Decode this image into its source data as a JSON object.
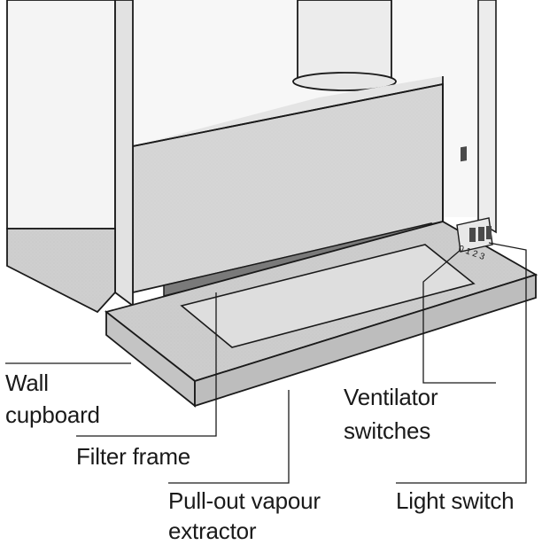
{
  "labels": {
    "wall_cupboard_line1": "Wall",
    "wall_cupboard_line2": "cupboard",
    "filter_frame": "Filter frame",
    "ventilator_switches_line1": "Ventilator",
    "ventilator_switches_line2": "switches",
    "pull_out_line1": "Pull-out vapour",
    "pull_out_line2": "extractor",
    "light_switch": "Light switch"
  },
  "switch_markings": "0 1 2 3",
  "colors": {
    "line": "#1a1a1a",
    "cabinet_front": "#f4f4f4",
    "cabinet_side": "#e2e2e2",
    "plinth": "#cfcfcf",
    "hood_body": "#d6d6d6",
    "hood_top": "#e4e4e4",
    "duct": "#ececec",
    "extractor_surface": "#cdcdcd",
    "extractor_front": "#bdbdbd",
    "panel": "#dedede",
    "filter_frame": "#7a7a7a"
  }
}
